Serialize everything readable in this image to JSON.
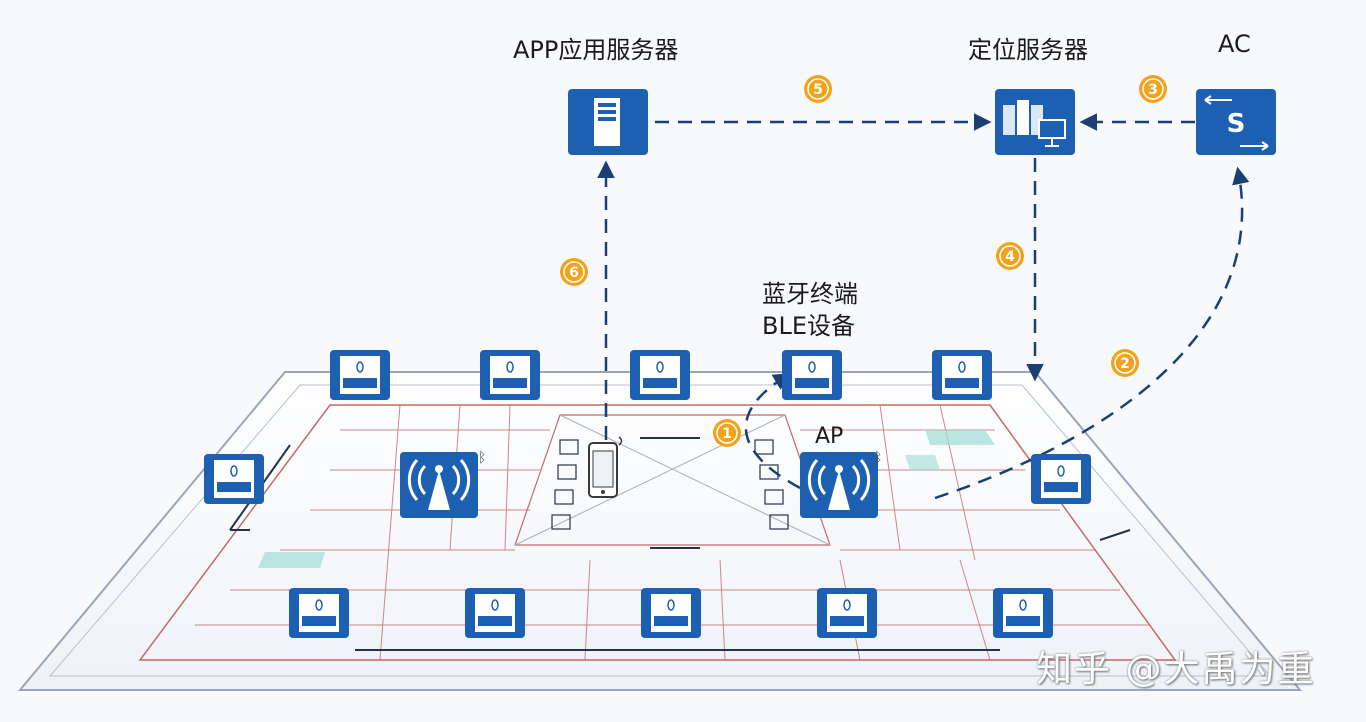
{
  "labels": {
    "app_server": "APP应用服务器",
    "location_server": "定位服务器",
    "ac": "AC",
    "ble_terminal_line1": "蓝牙终端",
    "ble_terminal_line2": "BLE设备",
    "ap": "AP"
  },
  "steps": [
    "1",
    "2",
    "3",
    "4",
    "5",
    "6"
  ],
  "watermark": "知乎 @大禹为重",
  "icons": {
    "server": "server-icon",
    "location_server": "location-server-icon",
    "switch": "switch-icon",
    "ble_beacon": "ble-beacon-icon",
    "wifi_ap": "wifi-ap-icon",
    "phone": "phone-icon",
    "bluetooth": "bluetooth-icon"
  },
  "colors": {
    "icon_blue": "#1d5fb0",
    "line_navy": "#1c3f73",
    "step_orange": "#f2a21b",
    "floor_line": "#9aa6b8",
    "wall_red": "#c46a6a"
  }
}
